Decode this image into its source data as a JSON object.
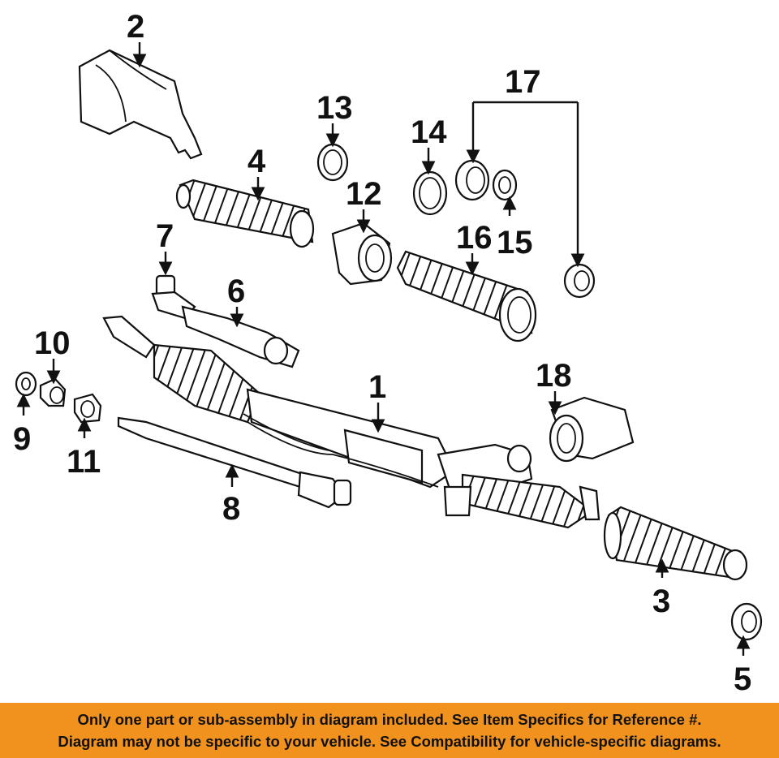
{
  "diagram": {
    "callouts": [
      "1",
      "2",
      "3",
      "4",
      "5",
      "6",
      "7",
      "8",
      "9",
      "10",
      "11",
      "12",
      "13",
      "14",
      "15",
      "16",
      "17",
      "18"
    ]
  },
  "banner": {
    "line1": "Only one part or sub-assembly in diagram included. See Item Specifics for Reference #.",
    "line2": "Diagram may not be specific to your vehicle. See Compatibility for vehicle-specific diagrams."
  },
  "colors": {
    "banner_bg": "#f0921d",
    "ink": "#111111"
  }
}
